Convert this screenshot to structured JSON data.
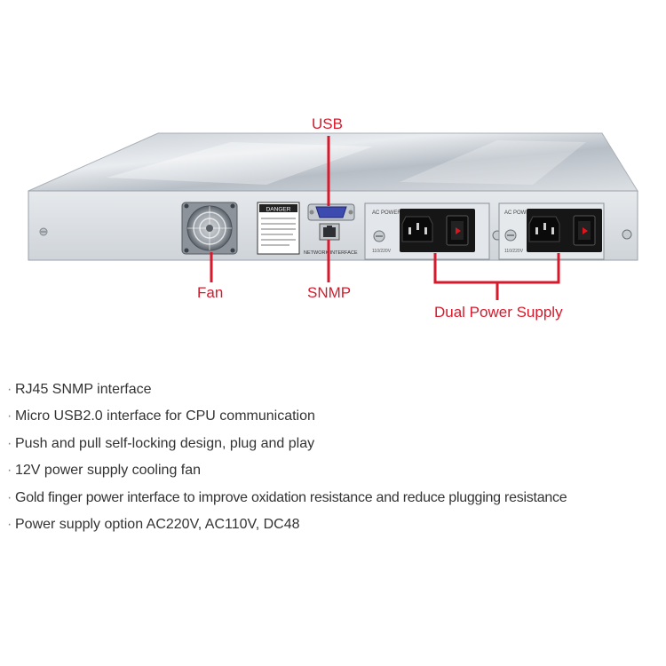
{
  "callouts": {
    "usb": "USB",
    "fan": "Fan",
    "snmp": "SNMP",
    "power": "Dual Power Supply"
  },
  "device": {
    "danger_label": "DANGER",
    "network_label": "NETWORK INTERFACE",
    "psu_label": "AC POWER",
    "psu_rating": "110/220V"
  },
  "features": [
    "RJ45 SNMP interface",
    "Micro USB2.0 interface for CPU communication",
    "Push and pull self-locking design, plug and play",
    "12V power supply cooling fan",
    "Gold finger power interface to improve oxidation resistance and reduce plugging resistance",
    "Power supply option AC220V, AC110V, DC48"
  ],
  "colors": {
    "callout": "#d7192b",
    "text": "#333333",
    "chassis": "#d9dde2",
    "psu_panel": "#e3e6ea",
    "socket": "#161616"
  },
  "bullet": "·"
}
